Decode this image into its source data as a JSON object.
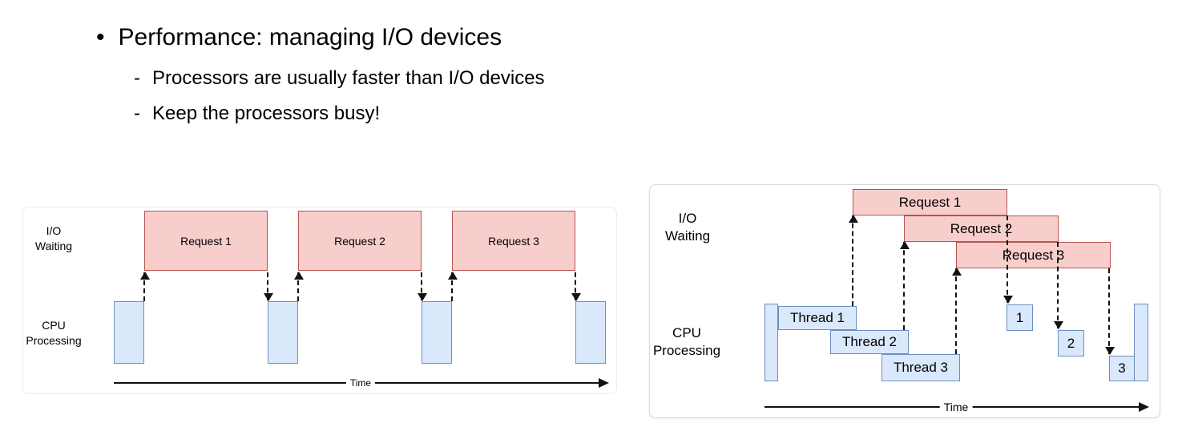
{
  "slide": {
    "title_bullet": "•",
    "title": "Performance: managing I/O devices",
    "bullets": [
      {
        "dash": "-",
        "text": "Processors are usually faster than I/O devices"
      },
      {
        "dash": "-",
        "text": "Keep the processors busy!"
      }
    ]
  },
  "colors": {
    "request_fill": "#f8cecc",
    "request_border": "#b85450",
    "cpu_fill": "#dae8fc",
    "cpu_border": "#6c8ebf",
    "axis": "#111111"
  },
  "left_diagram": {
    "io_label_line1": "I/O",
    "io_label_line2": "Waiting",
    "cpu_label_line1": "CPU",
    "cpu_label_line2": "Processing",
    "requests": [
      "Request 1",
      "Request 2",
      "Request 3"
    ],
    "time_label": "Time"
  },
  "right_diagram": {
    "io_label_line1": "I/O",
    "io_label_line2": "Waiting",
    "cpu_label_line1": "CPU",
    "cpu_label_line2": "Processing",
    "requests": [
      "Request 1",
      "Request 2",
      "Request 3"
    ],
    "threads": [
      "Thread 1",
      "Thread 2",
      "Thread 3"
    ],
    "completions": [
      "1",
      "2",
      "3"
    ],
    "time_label": "Time"
  }
}
